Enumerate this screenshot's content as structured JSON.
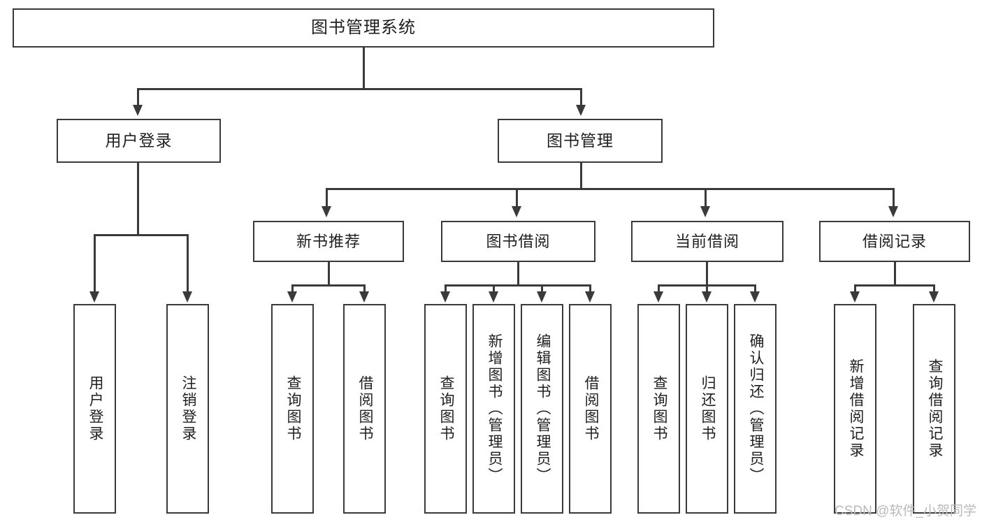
{
  "diagram": {
    "title": "图书管理系统",
    "root": {
      "label": "图书管理系统"
    },
    "level2": [
      {
        "label": "用户登录"
      },
      {
        "label": "图书管理"
      }
    ],
    "level3": [
      {
        "label": "新书推荐"
      },
      {
        "label": "图书借阅"
      },
      {
        "label": "当前借阅"
      },
      {
        "label": "借阅记录"
      }
    ],
    "leaves": {
      "user_login": [
        {
          "label": "用户登录"
        },
        {
          "label": "注销登录"
        }
      ],
      "new_book_recommend": [
        {
          "label": "查询图书"
        },
        {
          "label": "借阅图书"
        }
      ],
      "book_borrow": [
        {
          "label": "查询图书"
        },
        {
          "label": "新增图书（管理员）"
        },
        {
          "label": "编辑图书（管理员）"
        },
        {
          "label": "借阅图书"
        }
      ],
      "current_borrow": [
        {
          "label": "查询图书"
        },
        {
          "label": "归还图书"
        },
        {
          "label": "确认归还（管理员）"
        }
      ],
      "borrow_record": [
        {
          "label": "新增借阅记录"
        },
        {
          "label": "查询借阅记录"
        }
      ]
    }
  },
  "watermark": {
    "text": "CSDN @软件_小贺同学"
  },
  "colors": {
    "stroke": "#3a3a3a",
    "text": "#1f1f1f",
    "background": "#ffffff",
    "watermark": "#b9b9b9"
  }
}
